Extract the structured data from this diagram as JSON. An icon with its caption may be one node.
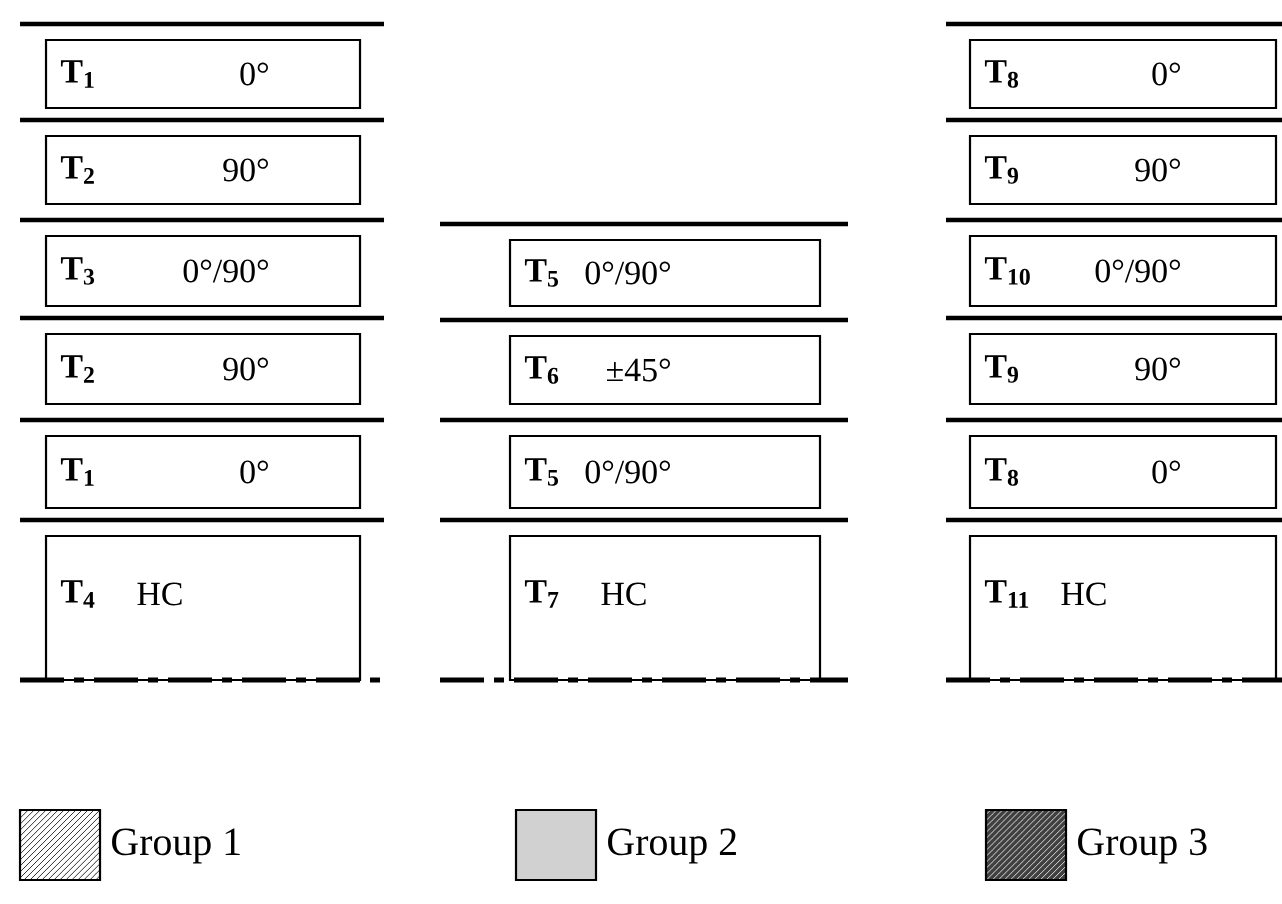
{
  "diagram": {
    "nodes": [
      {
        "text": [
          "T$_{1}$",
          "0°"
        ]
      },
      {
        "text": [
          "T$_{2}$",
          "90°"
        ]
      },
      {
        "text": [
          "T$_{3}$",
          "0°/90°"
        ]
      },
      {
        "text": [
          "T$_{2}$",
          "90°"
        ]
      },
      {
        "text": [
          "T$_{1}$",
          "0°"
        ]
      },
      {
        "text": [
          "T$_{4}$",
          "HC"
        ]
      },
      {
        "text": [
          "T$_{5}$",
          "0°/90°"
        ]
      },
      {
        "text": [
          "T$_{6}$",
          "±45°"
        ]
      },
      {
        "text": [
          "T$_{5}$",
          "0°/90°"
        ]
      },
      {
        "text": [
          "T$_{7}$",
          "HC"
        ]
      },
      {
        "text": [
          "T$_{8}$",
          "0°"
        ]
      },
      {
        "text": [
          "T$_{9}$",
          "90°"
        ]
      },
      {
        "text": [
          "T$_{10}$",
          "0°/90°"
        ]
      },
      {
        "text": [
          "T$_{9}$",
          "90°"
        ]
      },
      {
        "text": [
          "T$_{8}$",
          "0°"
        ]
      },
      {
        "text": [
          "T$_{11}$",
          "HC"
        ]
      }
    ],
    "legend": [
      {
        "text": "Group 1"
      },
      {
        "text": "Group 2"
      },
      {
        "text": "Group 3"
      }
    ]
  }
}
